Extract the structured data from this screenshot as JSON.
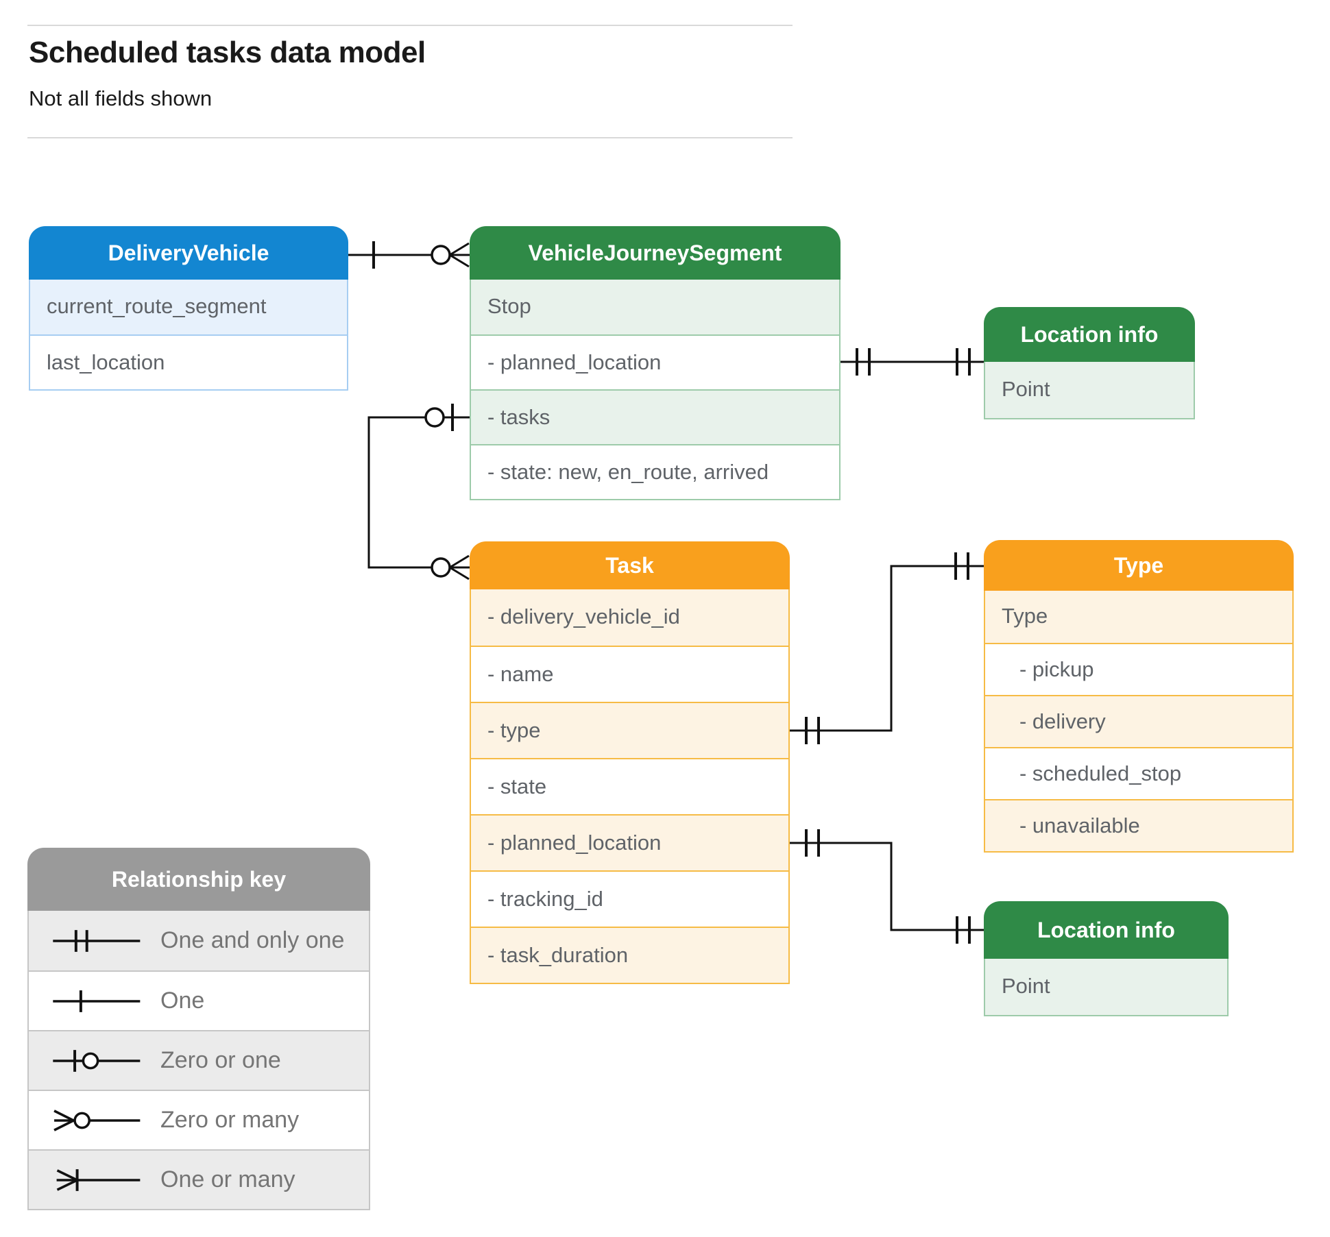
{
  "header": {
    "title": "Scheduled tasks data model",
    "subtitle": "Not all fields shown"
  },
  "entities": {
    "delivery_vehicle": {
      "title": "DeliveryVehicle",
      "rows": [
        "current_route_segment",
        "last_location"
      ]
    },
    "vehicle_journey_segment": {
      "title": "VehicleJourneySegment",
      "rows": [
        "Stop",
        "- planned_location",
        "- tasks",
        "- state: new, en_route, arrived"
      ]
    },
    "location_info_top": {
      "title": "Location info",
      "rows": [
        "Point"
      ]
    },
    "task": {
      "title": "Task",
      "rows": [
        "- delivery_vehicle_id",
        "- name",
        "- type",
        "- state",
        "- planned_location",
        "- tracking_id",
        "- task_duration"
      ]
    },
    "type": {
      "title": "Type",
      "rows": [
        "Type",
        "- pickup",
        "- delivery",
        "- scheduled_stop",
        "- unavailable"
      ]
    },
    "location_info_bottom": {
      "title": "Location info",
      "rows": [
        "Point"
      ]
    }
  },
  "relationships": [
    {
      "from": "DeliveryVehicle",
      "to": "VehicleJourneySegment",
      "from_cardinality": "One",
      "to_cardinality": "Zero or many"
    },
    {
      "from": "VehicleJourneySegment.planned_location",
      "to": "Location info",
      "from_cardinality": "One and only one",
      "to_cardinality": "One and only one"
    },
    {
      "from": "VehicleJourneySegment.tasks",
      "to": "Task",
      "from_cardinality": "Zero or one",
      "to_cardinality": "Zero or many"
    },
    {
      "from": "Task.type",
      "to": "Type",
      "from_cardinality": "One and only one",
      "to_cardinality": "One and only one"
    },
    {
      "from": "Task.planned_location",
      "to": "Location info",
      "from_cardinality": "One and only one",
      "to_cardinality": "One and only one"
    }
  ],
  "legend": {
    "title": "Relationship key",
    "items": [
      {
        "symbol": "one-and-only-one",
        "label": "One and only one"
      },
      {
        "symbol": "one",
        "label": "One"
      },
      {
        "symbol": "zero-or-one",
        "label": "Zero or one"
      },
      {
        "symbol": "zero-or-many",
        "label": "Zero or many"
      },
      {
        "symbol": "one-or-many",
        "label": "One or many"
      }
    ]
  },
  "colors": {
    "--blue": "#1386D1",
    "--blue-tint": "#E7F1FC",
    "--blue-border": "#A6CDF2",
    "--green": "#2F8A47",
    "--green-tint": "#E8F2EB",
    "--green-border": "#9DCBAA",
    "--orange": "#F9A01D",
    "--orange-tint": "#FDF3E3",
    "--orange-border": "#F6BB45",
    "--gray": "#9A9A9A",
    "--gray-tint": "#EBEBEB",
    "--gray-border": "#C6C6C6",
    "--row-text": "#5F6368",
    "--legend-text": "#757575",
    "--line": "#111111"
  }
}
